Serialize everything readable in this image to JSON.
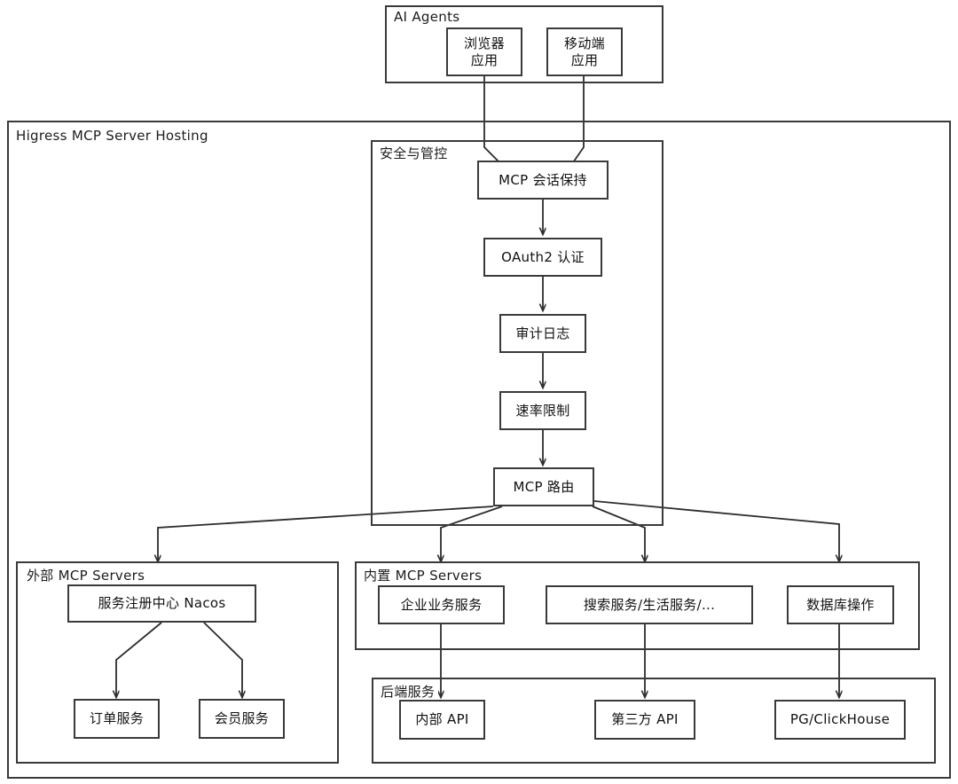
{
  "diagram": {
    "title": "Higress MCP Server Hosting",
    "type": "architecture-flow"
  },
  "groups": {
    "ai_agents": {
      "label": "AI Agents"
    },
    "hosting": {
      "label": "Higress MCP Server Hosting"
    },
    "security": {
      "label": "安全与管控"
    },
    "external_mcp": {
      "label": "外部 MCP Servers"
    },
    "builtin_mcp": {
      "label": "内置 MCP Servers"
    },
    "backend": {
      "label": "后端服务"
    }
  },
  "nodes": {
    "browser_app_l1": "浏览器",
    "browser_app_l2": "应用",
    "mobile_app_l1": "移动端",
    "mobile_app_l2": "应用",
    "mcp_session": "MCP 会话保持",
    "oauth2": "OAuth2 认证",
    "audit_log": "审计日志",
    "rate_limit": "速率限制",
    "mcp_router": "MCP 路由",
    "nacos": "服务注册中心 Nacos",
    "order_service": "订单服务",
    "member_service": "会员服务",
    "enterprise_service": "企业业务服务",
    "search_life_service": "搜索服务/生活服务/...",
    "db_ops": "数据库操作",
    "internal_api": "内部 API",
    "third_party_api": "第三方 API",
    "pg_clickhouse": "PG/ClickHouse"
  },
  "colors": {
    "stroke": "#3a3a3a",
    "wire": "#2c2c2c",
    "background": "#ffffff",
    "text": "#111111"
  },
  "edges": [
    {
      "from": "browser_app",
      "to": "mcp_session"
    },
    {
      "from": "mobile_app",
      "to": "mcp_session"
    },
    {
      "from": "mcp_session",
      "to": "oauth2"
    },
    {
      "from": "oauth2",
      "to": "audit_log"
    },
    {
      "from": "audit_log",
      "to": "rate_limit"
    },
    {
      "from": "rate_limit",
      "to": "mcp_router"
    },
    {
      "from": "mcp_router",
      "to": "external_mcp"
    },
    {
      "from": "mcp_router",
      "to": "enterprise_service"
    },
    {
      "from": "mcp_router",
      "to": "search_life_service"
    },
    {
      "from": "mcp_router",
      "to": "db_ops"
    },
    {
      "from": "nacos",
      "to": "order_service"
    },
    {
      "from": "nacos",
      "to": "member_service"
    },
    {
      "from": "enterprise_service",
      "to": "internal_api"
    },
    {
      "from": "search_life_service",
      "to": "third_party_api"
    },
    {
      "from": "db_ops",
      "to": "pg_clickhouse"
    }
  ]
}
